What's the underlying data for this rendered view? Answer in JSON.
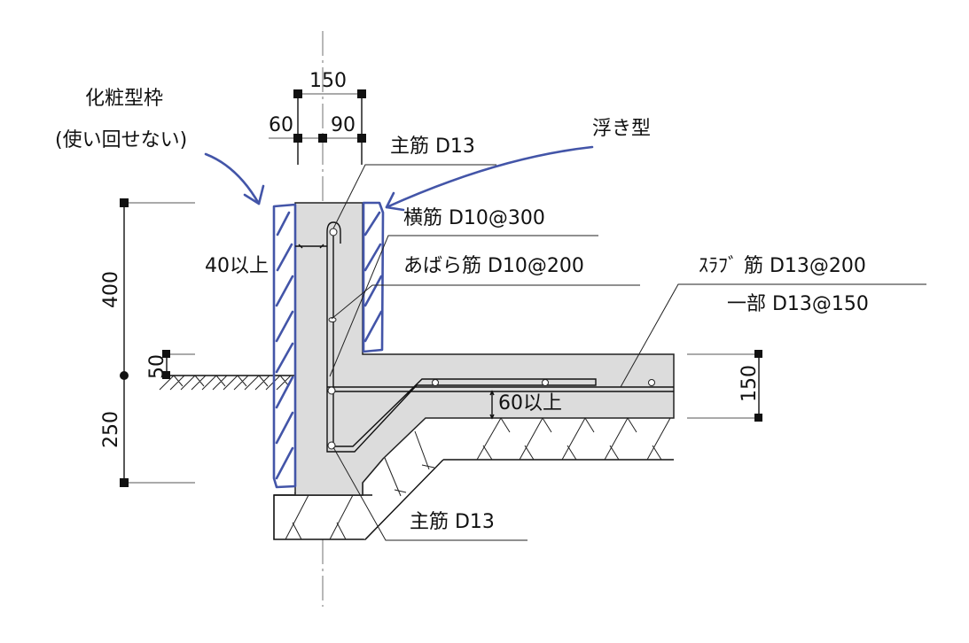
{
  "title": "L-shaped retaining wall reinforcement section",
  "colors": {
    "concrete": "#dcdcdc",
    "annotation_blue": "#4355a8",
    "line": "#111111"
  },
  "annotations": {
    "decorative_formwork": "化粧型枠",
    "decorative_formwork_note": "(使い回せない)",
    "floating_form": "浮き型"
  },
  "rebar_labels": {
    "main_bar_top": "主筋 D13",
    "horizontal_bar": "横筋 D10@300",
    "rib_bar": "あばら筋 D10@200",
    "slab_bar": "ｽﾗﾌﾞ 筋 D13@200",
    "slab_bar_partial": "一部 D13@150",
    "main_bar_bottom": "主筋 D13"
  },
  "cover_labels": {
    "wall_cover": "40以上",
    "slab_cover": "60以上"
  },
  "dimensions": {
    "wall_total_width": "150",
    "wall_left_part": "60",
    "wall_right_part": "90",
    "wall_height_above": "400",
    "grade_offset": "50",
    "depth_below": "250",
    "slab_thickness": "150"
  }
}
